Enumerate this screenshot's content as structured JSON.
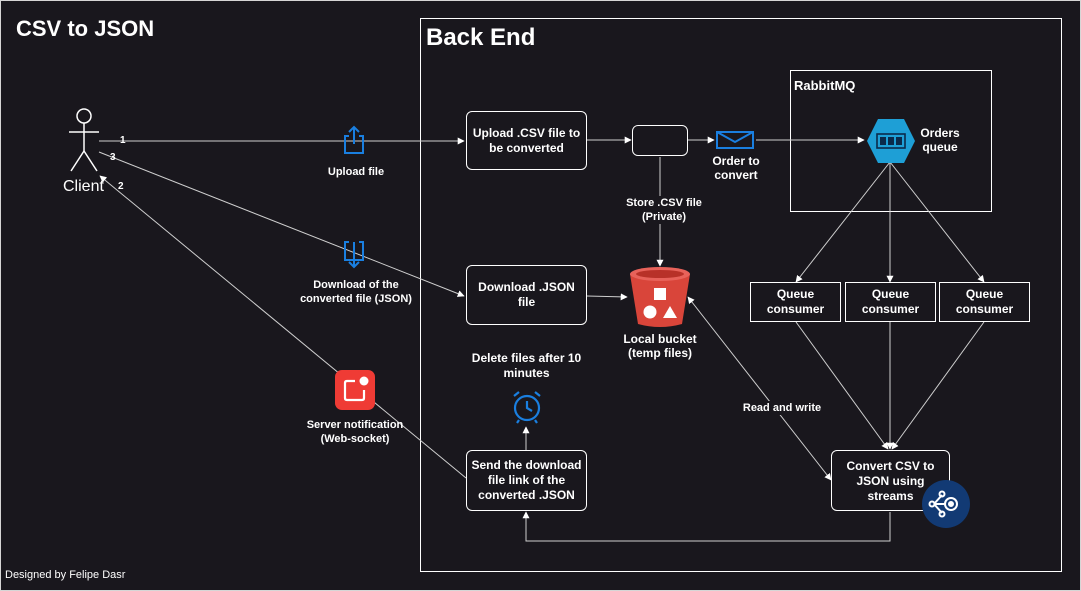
{
  "title": "CSV to JSON",
  "backend_title": "Back End",
  "rabbitmq_title": "RabbitMQ",
  "client_label": "Client",
  "nodes": {
    "upload": "Upload .CSV file to be converted",
    "download": "Download .JSON file",
    "send_link": "Send the download file link of the converted .JSON",
    "convert": "Convert CSV to JSON using streams",
    "queue_consumer_1": "Queue consumer",
    "queue_consumer_2": "Queue consumer",
    "queue_consumer_3": "Queue consumer"
  },
  "labels": {
    "upload_file": "Upload file",
    "download_converted": "Download of the converted file (JSON)",
    "server_notification": "Server notification (Web-socket)",
    "order_to_convert": "Order to convert",
    "orders_queue": "Orders queue",
    "store_csv": "Store .CSV file (Private)",
    "local_bucket": "Local bucket (temp files)",
    "delete_files": "Delete files after 10 minutes",
    "read_write": "Read and write"
  },
  "step_numbers": {
    "one": "1",
    "two": "2",
    "three": "3"
  },
  "credit": "Designed by Felipe Dasr",
  "colors": {
    "background": "#19171d",
    "icon_blue": "#1a7fe0",
    "bucket_red": "#d9453a",
    "notification_red": "#ef3b35",
    "queue_teal": "#1e9fd6",
    "streams_navy": "#123a74"
  },
  "icons": [
    "share-upload-icon",
    "download-icon",
    "notification-icon",
    "envelope-icon",
    "queue-icon",
    "bucket-icon",
    "alarm-clock-icon",
    "streams-icon",
    "stick-figure-icon"
  ]
}
